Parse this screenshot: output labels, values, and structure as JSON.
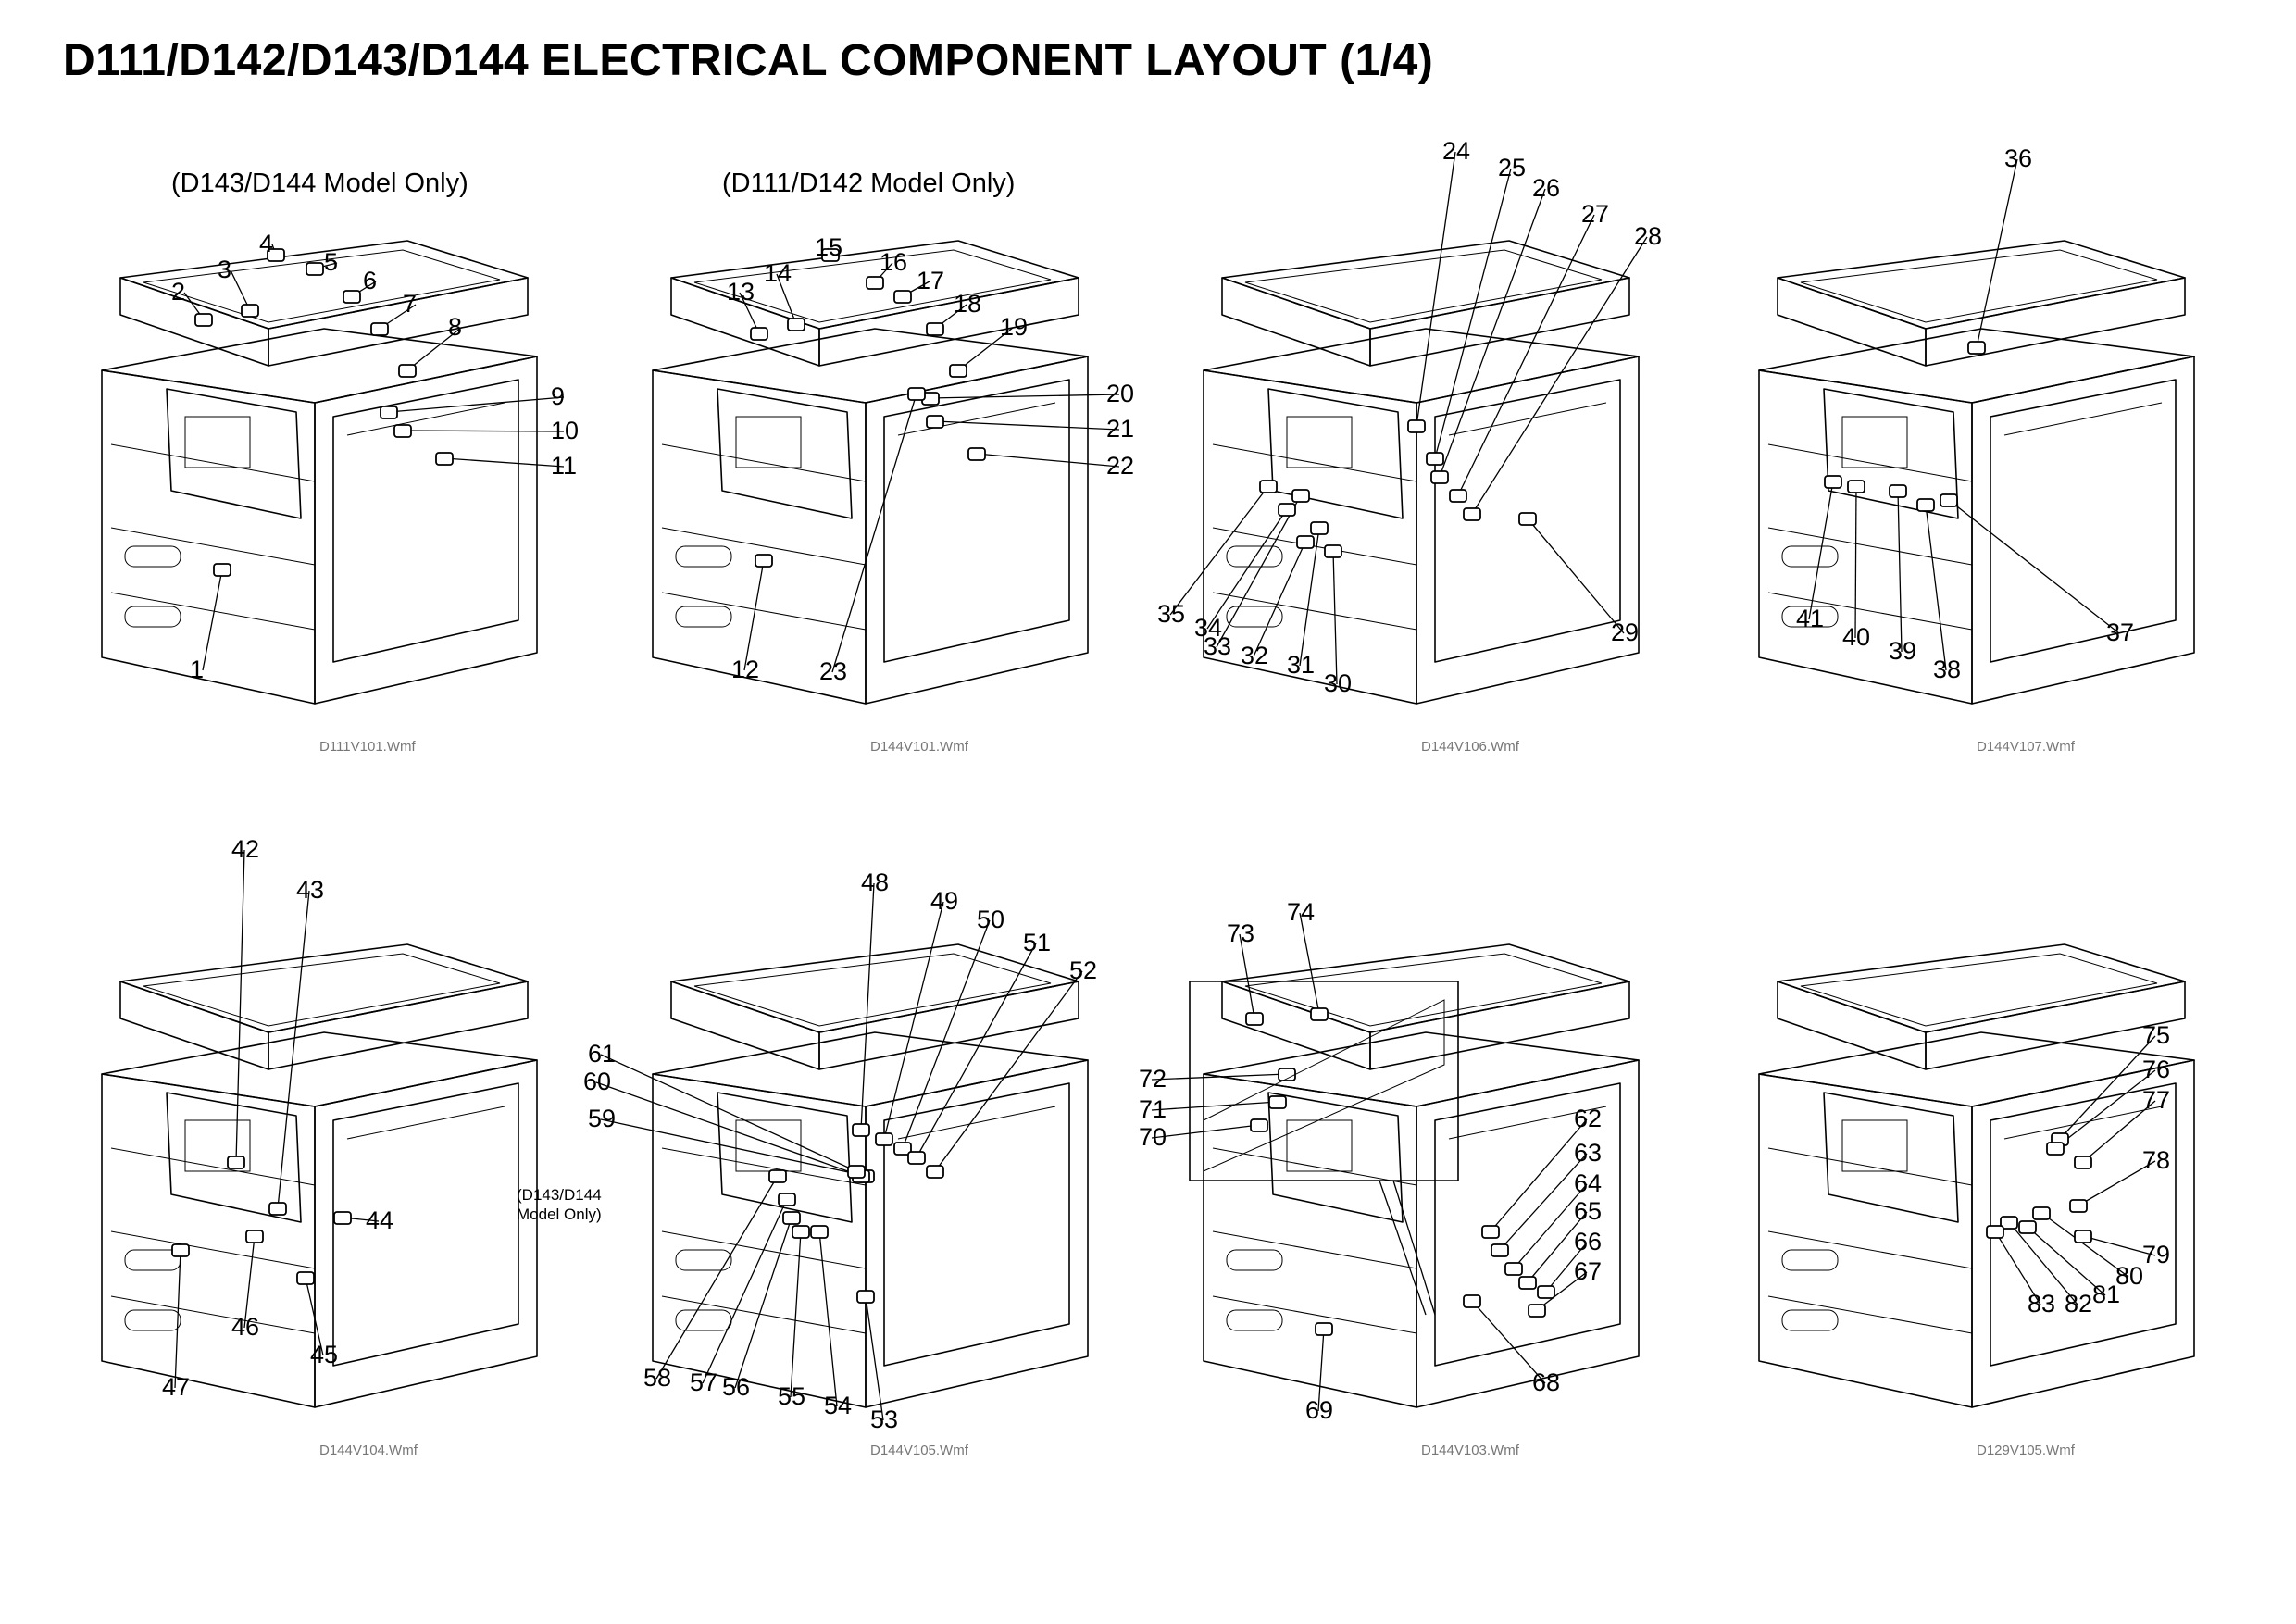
{
  "title": "D111/D142/D143/D144 ELECTRICAL COMPONENT LAYOUT (1/4)",
  "panels": [
    {
      "caption": "(D143/D144 Model Only)",
      "filename": "D111V101.Wmf",
      "callouts": [
        "1",
        "2",
        "3",
        "4",
        "5",
        "6",
        "7",
        "8",
        "9",
        "10",
        "11"
      ]
    },
    {
      "caption": "(D111/D142 Model Only)",
      "filename": "D144V101.Wmf",
      "callouts": [
        "12",
        "13",
        "14",
        "15",
        "16",
        "17",
        "18",
        "19",
        "20",
        "21",
        "22",
        "23"
      ]
    },
    {
      "caption": "",
      "filename": "D144V106.Wmf",
      "callouts": [
        "24",
        "25",
        "26",
        "27",
        "28",
        "29",
        "30",
        "31",
        "32",
        "33",
        "34",
        "35"
      ]
    },
    {
      "caption": "",
      "filename": "D144V107.Wmf",
      "callouts": [
        "36",
        "37",
        "38",
        "39",
        "40",
        "41"
      ]
    },
    {
      "caption": "",
      "filename": "D144V104.Wmf",
      "note": "(D143/D144\nModel Only)",
      "callouts": [
        "42",
        "43",
        "44",
        "45",
        "46",
        "47"
      ]
    },
    {
      "caption": "",
      "filename": "D144V105.Wmf",
      "callouts": [
        "48",
        "49",
        "50",
        "51",
        "52",
        "53",
        "54",
        "55",
        "56",
        "57",
        "58",
        "59",
        "60",
        "61"
      ]
    },
    {
      "caption": "",
      "filename": "D144V103.Wmf",
      "callouts": [
        "62",
        "63",
        "64",
        "65",
        "66",
        "67",
        "68",
        "69",
        "70",
        "71",
        "72",
        "73",
        "74"
      ]
    },
    {
      "caption": "",
      "filename": "D129V105.Wmf",
      "callouts": [
        "75",
        "76",
        "77",
        "78",
        "79",
        "80",
        "81",
        "82",
        "83"
      ]
    }
  ]
}
